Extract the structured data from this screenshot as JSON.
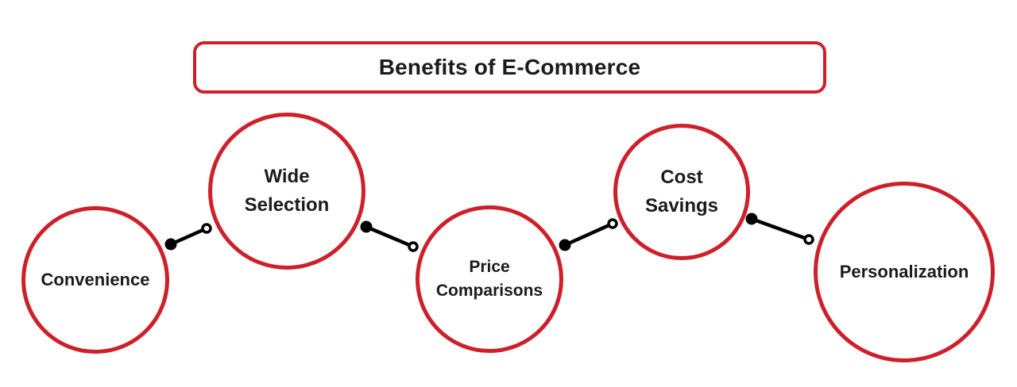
{
  "title": "Benefits of E-Commerce",
  "colors": {
    "accent_red": "#CE2029",
    "text": "#1B1B1B",
    "connector": "#000000",
    "background": "#FFFFFF"
  },
  "nodes": [
    {
      "id": "convenience",
      "lines": [
        "Convenience"
      ]
    },
    {
      "id": "wide-selection",
      "lines": [
        "Wide",
        "Selection"
      ]
    },
    {
      "id": "price-comparisons",
      "lines": [
        "Price",
        "Comparisons"
      ]
    },
    {
      "id": "cost-savings",
      "lines": [
        "Cost",
        "Savings"
      ]
    },
    {
      "id": "personalization",
      "lines": [
        "Personalization"
      ]
    }
  ]
}
